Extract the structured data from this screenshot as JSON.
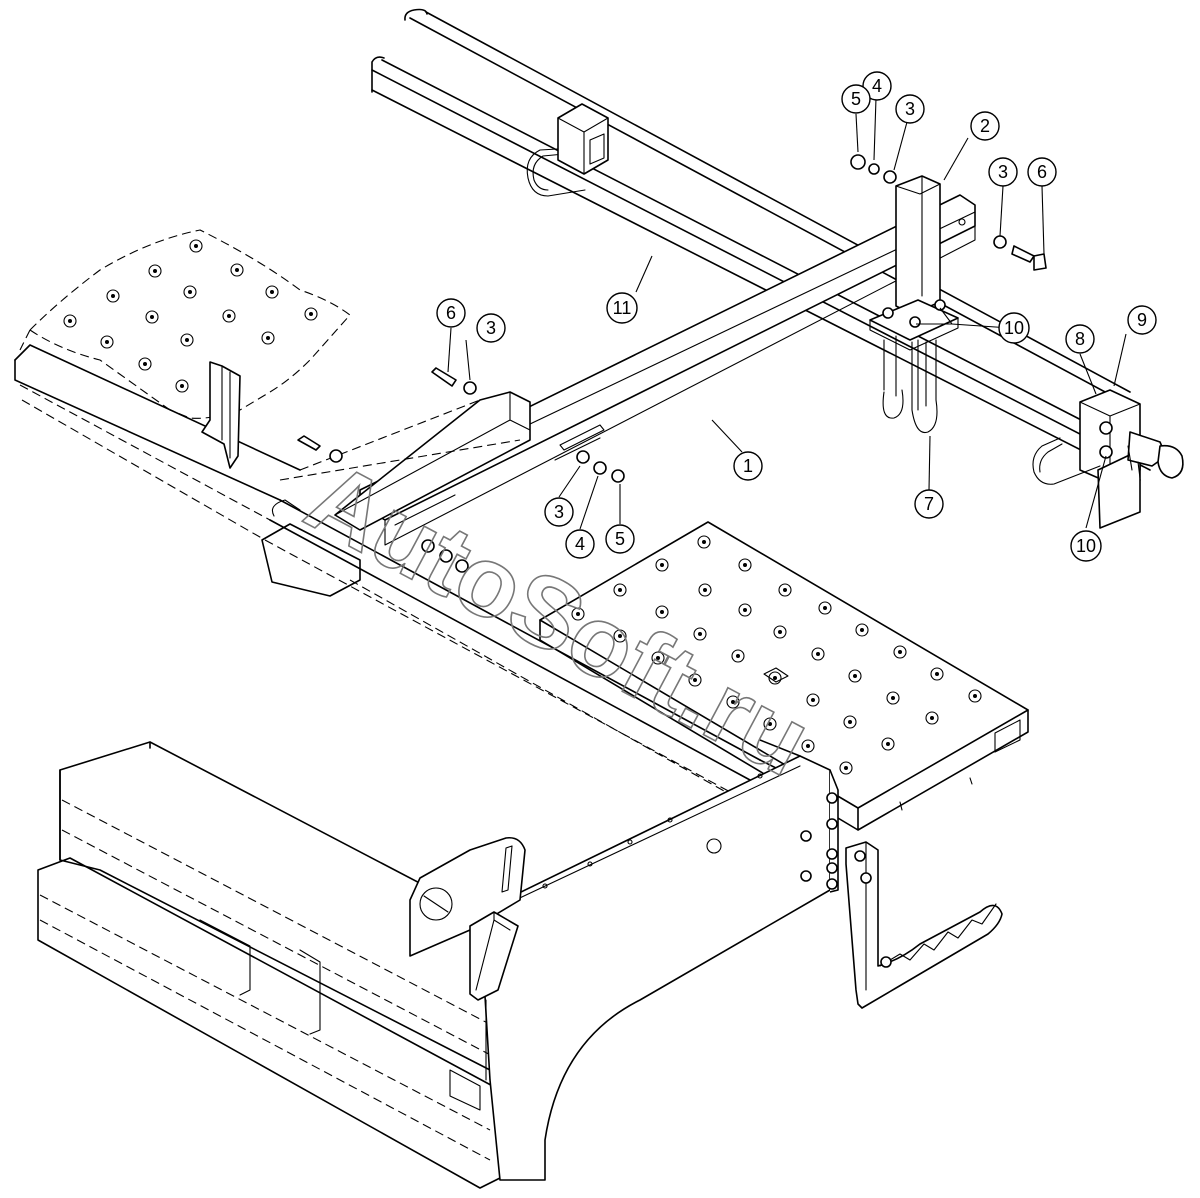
{
  "callouts": [
    {
      "id": "c1",
      "label": "1"
    },
    {
      "id": "c2",
      "label": "2"
    },
    {
      "id": "c3a",
      "label": "3"
    },
    {
      "id": "c3b",
      "label": "3"
    },
    {
      "id": "c3c",
      "label": "3"
    },
    {
      "id": "c3d",
      "label": "3"
    },
    {
      "id": "c4a",
      "label": "4"
    },
    {
      "id": "c4b",
      "label": "4"
    },
    {
      "id": "c5a",
      "label": "5"
    },
    {
      "id": "c5b",
      "label": "5"
    },
    {
      "id": "c6a",
      "label": "6"
    },
    {
      "id": "c6b",
      "label": "6"
    },
    {
      "id": "c7",
      "label": "7"
    },
    {
      "id": "c8",
      "label": "8"
    },
    {
      "id": "c9",
      "label": "9"
    },
    {
      "id": "c10a",
      "label": "10"
    },
    {
      "id": "c10b",
      "label": "10"
    },
    {
      "id": "c11",
      "label": "11"
    }
  ],
  "watermark": "AutoSoft.ru"
}
